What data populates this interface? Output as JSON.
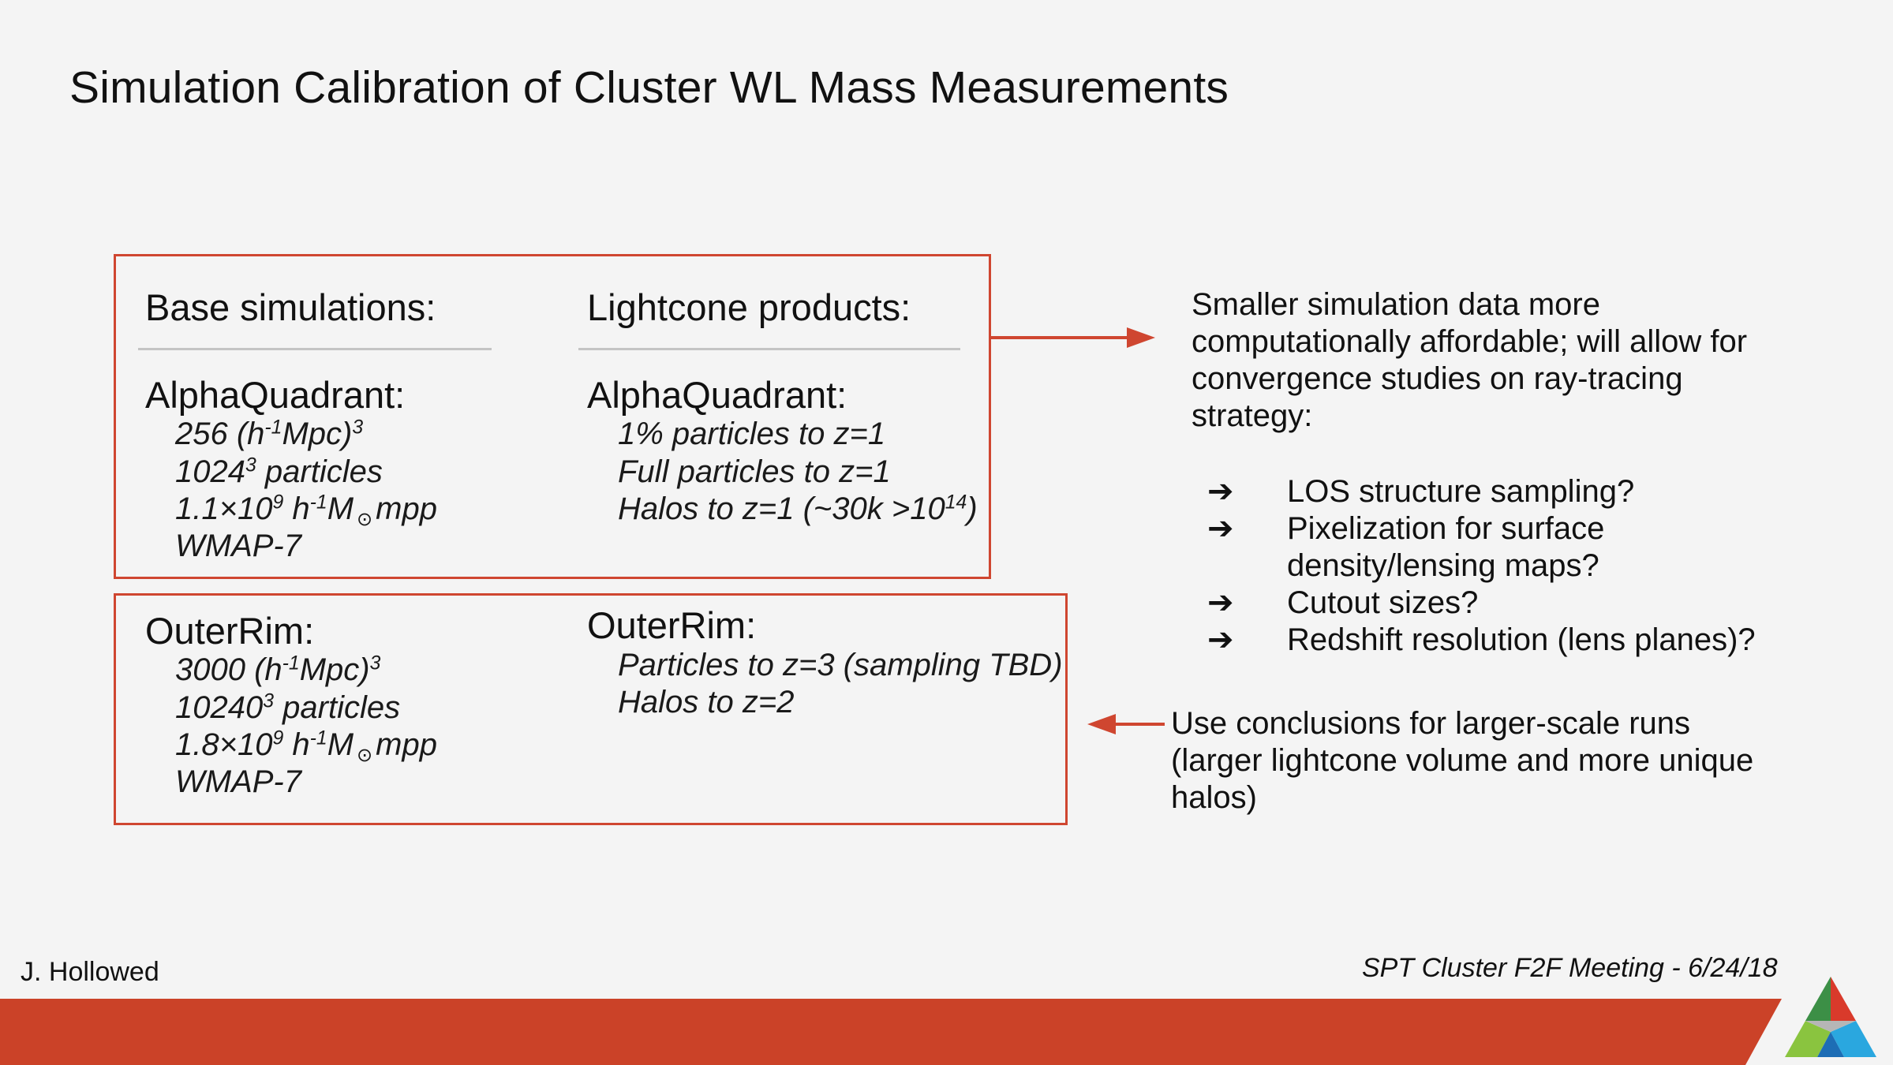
{
  "title": "Simulation Calibration of Cluster WL Mass Measurements",
  "colors": {
    "accent": "#cf4630",
    "background": "#f4f4f4"
  },
  "box1": {
    "left_heading": "Base simulations:",
    "right_heading": "Lightcone products:",
    "left_sub": "AlphaQuadrant:",
    "left_lines": {
      "l1_a": "256 (h",
      "l1_sup1": "-1",
      "l1_b": "Mpc)",
      "l1_sup2": "3",
      "l2_a": "1024",
      "l2_sup": "3",
      "l2_b": " particles",
      "l3_a": "1.1×10",
      "l3_sup1": "9",
      "l3_b": " h",
      "l3_sup2": "-1",
      "l3_c": "M",
      "l3_sun": "⊙",
      "l3_d": "mpp",
      "l4": "WMAP-7"
    },
    "right_sub": "AlphaQuadrant:",
    "right_lines": {
      "r1": "1% particles to z=1",
      "r2": "Full particles to z=1",
      "r3_a": "Halos to z=1 (~30k >10",
      "r3_sup": "14",
      "r3_b": ")"
    }
  },
  "box2": {
    "left_sub": "OuterRim:",
    "left_lines": {
      "l1_a": "3000 (h",
      "l1_sup1": "-1",
      "l1_b": "Mpc)",
      "l1_sup2": "3",
      "l2_a": "10240",
      "l2_sup": "3",
      "l2_b": " particles",
      "l3_a": "1.8×10",
      "l3_sup1": "9",
      "l3_b": " h",
      "l3_sup2": "-1",
      "l3_c": "M",
      "l3_sun": "⊙",
      "l3_d": "mpp",
      "l4": "WMAP-7"
    },
    "right_sub": "OuterRim:",
    "right_lines": {
      "r1": "Particles to z=3 (sampling TBD)",
      "r2": "Halos to z=2"
    }
  },
  "right_panel": {
    "intro": "Smaller simulation data more computationally affordable; will allow for convergence studies on ray-tracing strategy:",
    "bullet_symbol": "➔",
    "bullets": [
      "LOS structure sampling?",
      "Pixelization for surface density/lensing maps?",
      "Cutout sizes?",
      "Redshift resolution (lens planes)?"
    ],
    "conclusion": "Use conclusions for larger-scale runs (larger lightcone volume and more unique halos)"
  },
  "footer": {
    "author": "J. Hollowed",
    "meeting": "SPT Cluster F2F Meeting - 6/24/18"
  }
}
